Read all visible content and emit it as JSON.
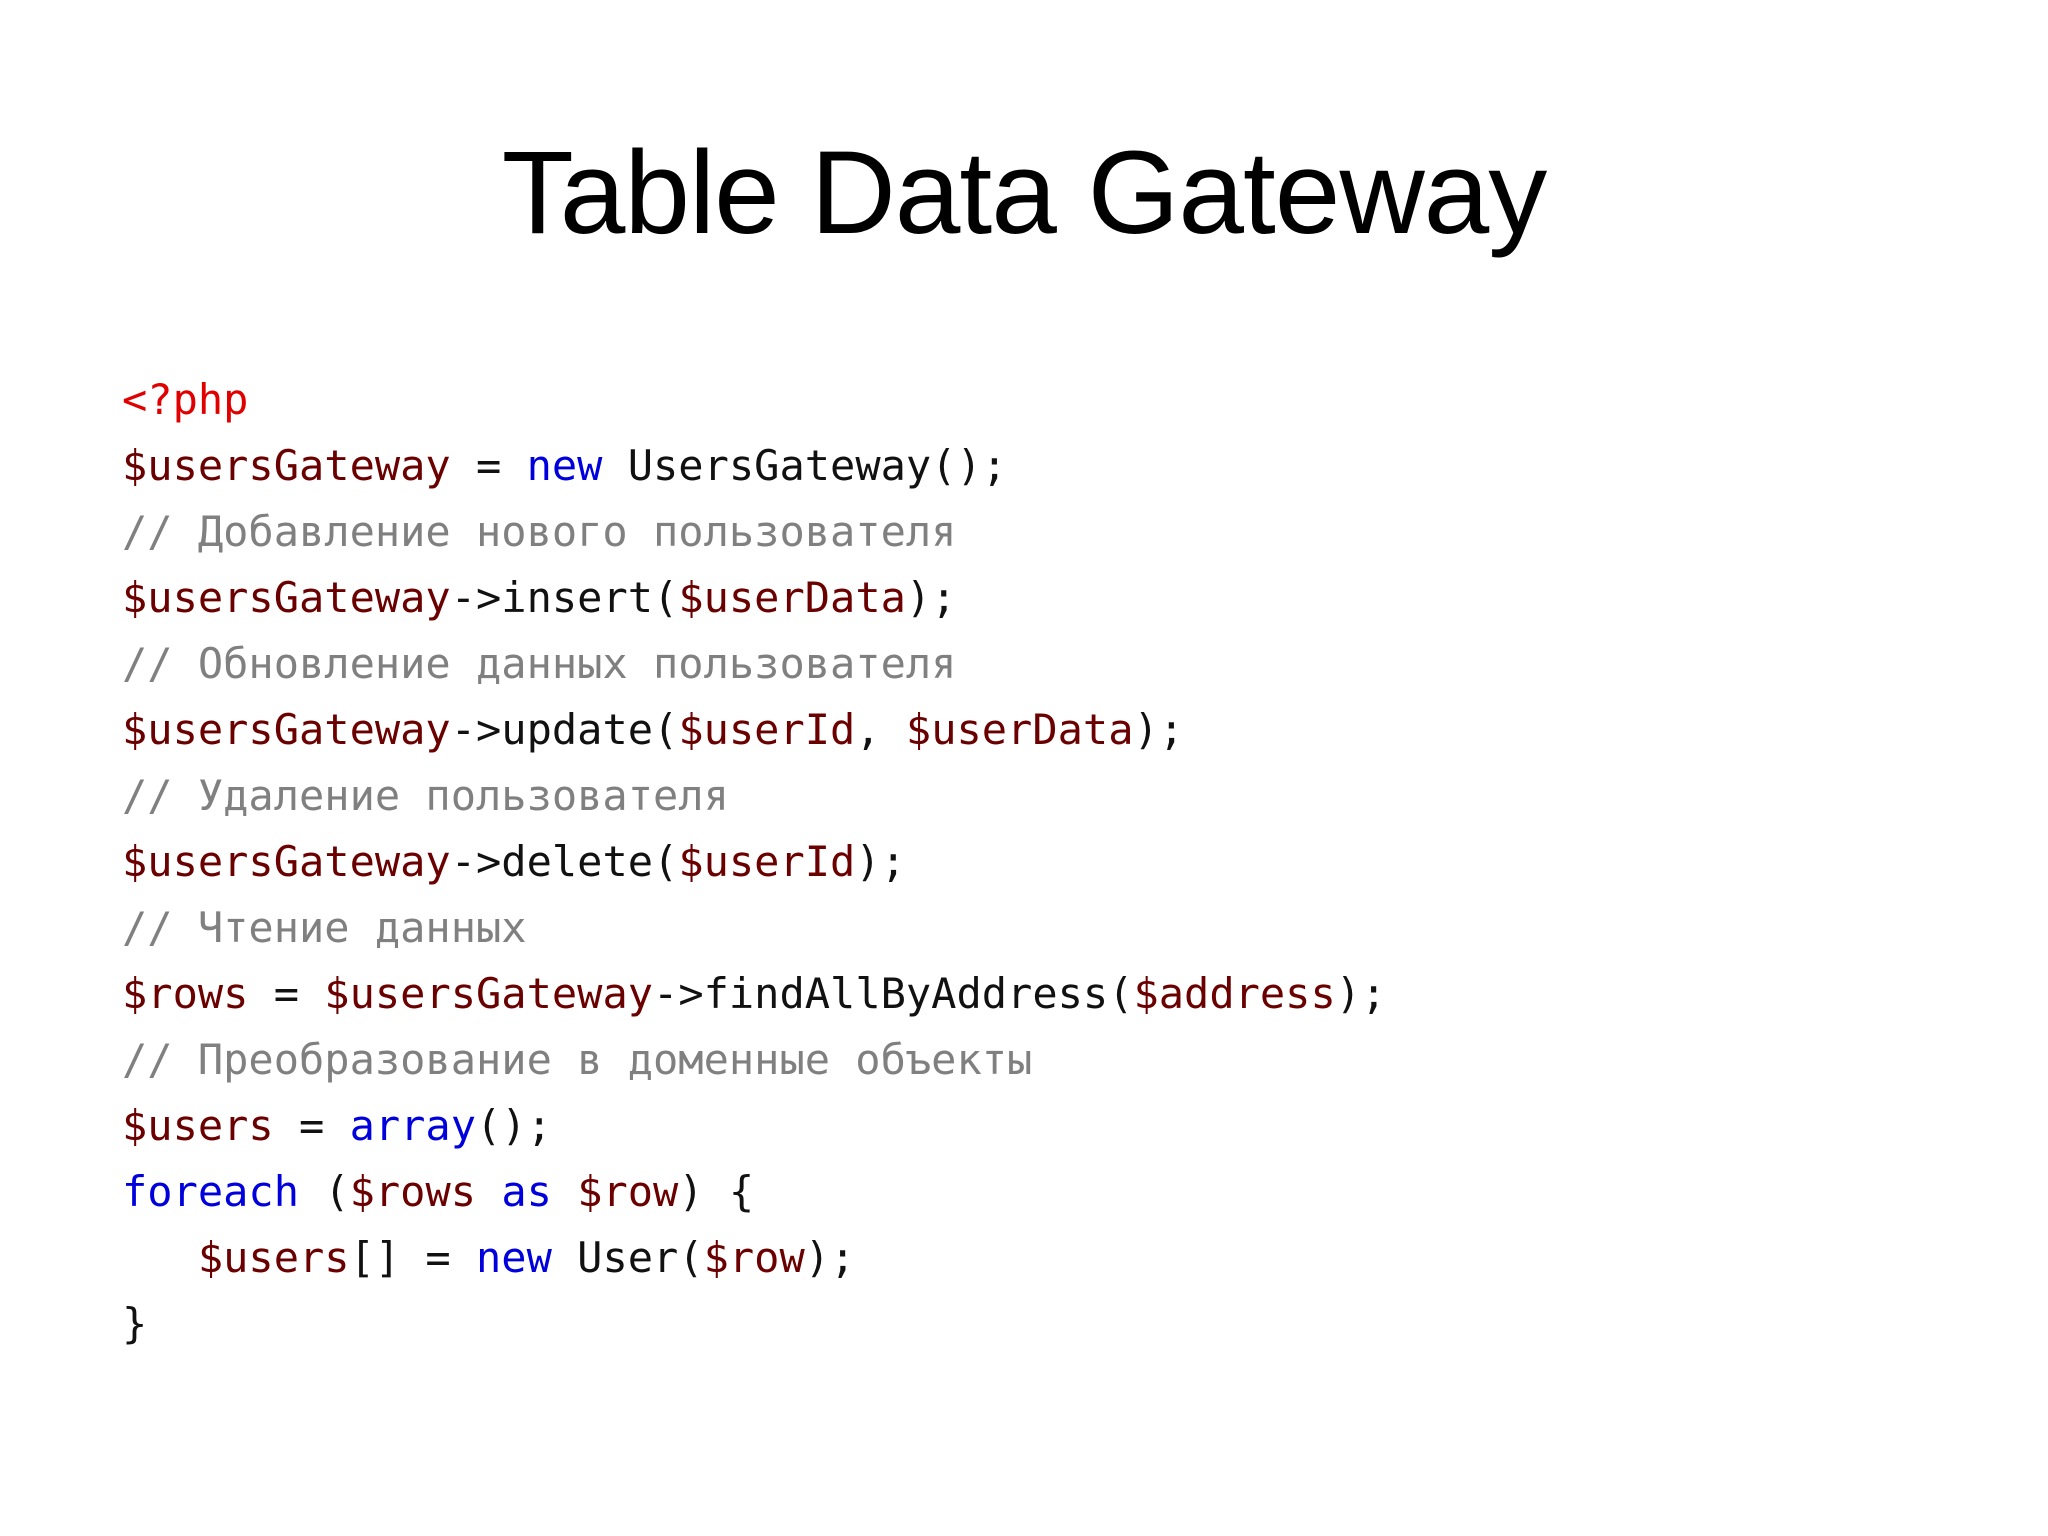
{
  "slide": {
    "title": "Table Data Gateway"
  },
  "colors": {
    "tag": "#e00000",
    "variable": "#6b0000",
    "keyword": "#0000dd",
    "comment": "#808080",
    "plain": "#111111"
  },
  "code": {
    "lines": [
      [
        {
          "t": "tag",
          "v": "<?php"
        }
      ],
      [
        {
          "t": "var",
          "v": "$usersGateway"
        },
        {
          "t": "plain",
          "v": " = "
        },
        {
          "t": "kw",
          "v": "new"
        },
        {
          "t": "plain",
          "v": " UsersGateway();"
        }
      ],
      [
        {
          "t": "com",
          "v": "// Добавление нового пользователя"
        }
      ],
      [
        {
          "t": "var",
          "v": "$usersGateway"
        },
        {
          "t": "plain",
          "v": "->insert("
        },
        {
          "t": "var",
          "v": "$userData"
        },
        {
          "t": "plain",
          "v": ");"
        }
      ],
      [
        {
          "t": "com",
          "v": "// Обновление данных пользователя"
        }
      ],
      [
        {
          "t": "var",
          "v": "$usersGateway"
        },
        {
          "t": "plain",
          "v": "->update("
        },
        {
          "t": "var",
          "v": "$userId"
        },
        {
          "t": "plain",
          "v": ", "
        },
        {
          "t": "var",
          "v": "$userData"
        },
        {
          "t": "plain",
          "v": ");"
        }
      ],
      [
        {
          "t": "com",
          "v": "// Удаление пользователя"
        }
      ],
      [
        {
          "t": "var",
          "v": "$usersGateway"
        },
        {
          "t": "plain",
          "v": "->delete("
        },
        {
          "t": "var",
          "v": "$userId"
        },
        {
          "t": "plain",
          "v": ");"
        }
      ],
      [
        {
          "t": "com",
          "v": "// Чтение данных"
        }
      ],
      [
        {
          "t": "var",
          "v": "$rows"
        },
        {
          "t": "plain",
          "v": " = "
        },
        {
          "t": "var",
          "v": "$usersGateway"
        },
        {
          "t": "plain",
          "v": "->findAllByAddress("
        },
        {
          "t": "var",
          "v": "$address"
        },
        {
          "t": "plain",
          "v": ");"
        }
      ],
      [
        {
          "t": "com",
          "v": "// Преобразование в доменные объекты"
        }
      ],
      [
        {
          "t": "var",
          "v": "$users"
        },
        {
          "t": "plain",
          "v": " = "
        },
        {
          "t": "kw",
          "v": "array"
        },
        {
          "t": "plain",
          "v": "();"
        }
      ],
      [
        {
          "t": "kw",
          "v": "foreach"
        },
        {
          "t": "plain",
          "v": " ("
        },
        {
          "t": "var",
          "v": "$rows"
        },
        {
          "t": "plain",
          "v": " "
        },
        {
          "t": "kw",
          "v": "as"
        },
        {
          "t": "plain",
          "v": " "
        },
        {
          "t": "var",
          "v": "$row"
        },
        {
          "t": "plain",
          "v": ") {"
        }
      ],
      [
        {
          "t": "plain",
          "v": "   "
        },
        {
          "t": "var",
          "v": "$users"
        },
        {
          "t": "plain",
          "v": "[] = "
        },
        {
          "t": "kw",
          "v": "new"
        },
        {
          "t": "plain",
          "v": " User("
        },
        {
          "t": "var",
          "v": "$row"
        },
        {
          "t": "plain",
          "v": ");"
        }
      ],
      [
        {
          "t": "plain",
          "v": "}"
        }
      ]
    ]
  }
}
